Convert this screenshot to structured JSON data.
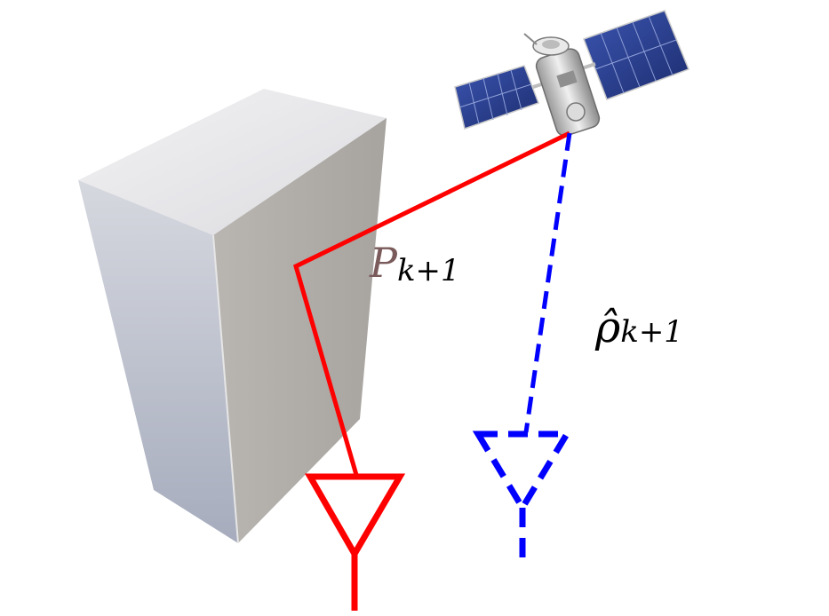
{
  "labels": {
    "reflected_path": {
      "symbol": "P",
      "subscript": "k+1"
    },
    "direct_path": {
      "symbol": "ρ̂",
      "subscript": "k+1"
    }
  },
  "colors": {
    "reflected_path": "#ff0000",
    "direct_path": "#0000ff",
    "label_P": "#7a5a5a",
    "label_text": "#000000",
    "building_front": "#b0aca8",
    "building_side": "#c9ccd6",
    "building_top": "#e9e9ec",
    "solar_panel": "#2a3f8f",
    "satellite_body": "#d8d8d8"
  },
  "icons": {
    "satellite": "satellite-icon",
    "building": "building-icon",
    "receiver_true": "antenna-icon",
    "receiver_estimated": "antenna-icon"
  }
}
